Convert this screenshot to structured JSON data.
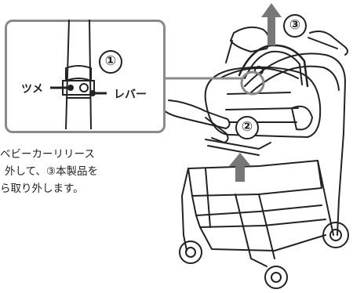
{
  "detail": {
    "claw_label": "ツメ",
    "lever_label": "レバー",
    "step1": "①"
  },
  "steps": {
    "step2": "②",
    "step3": "③"
  },
  "instruction_lines": [
    "ベビーカーリリース",
    "外して、③本製品を",
    "ら取り外します。"
  ],
  "colors": {
    "callout_border": "#8a8a8a",
    "arrow": "#777777",
    "line": "#222222"
  }
}
